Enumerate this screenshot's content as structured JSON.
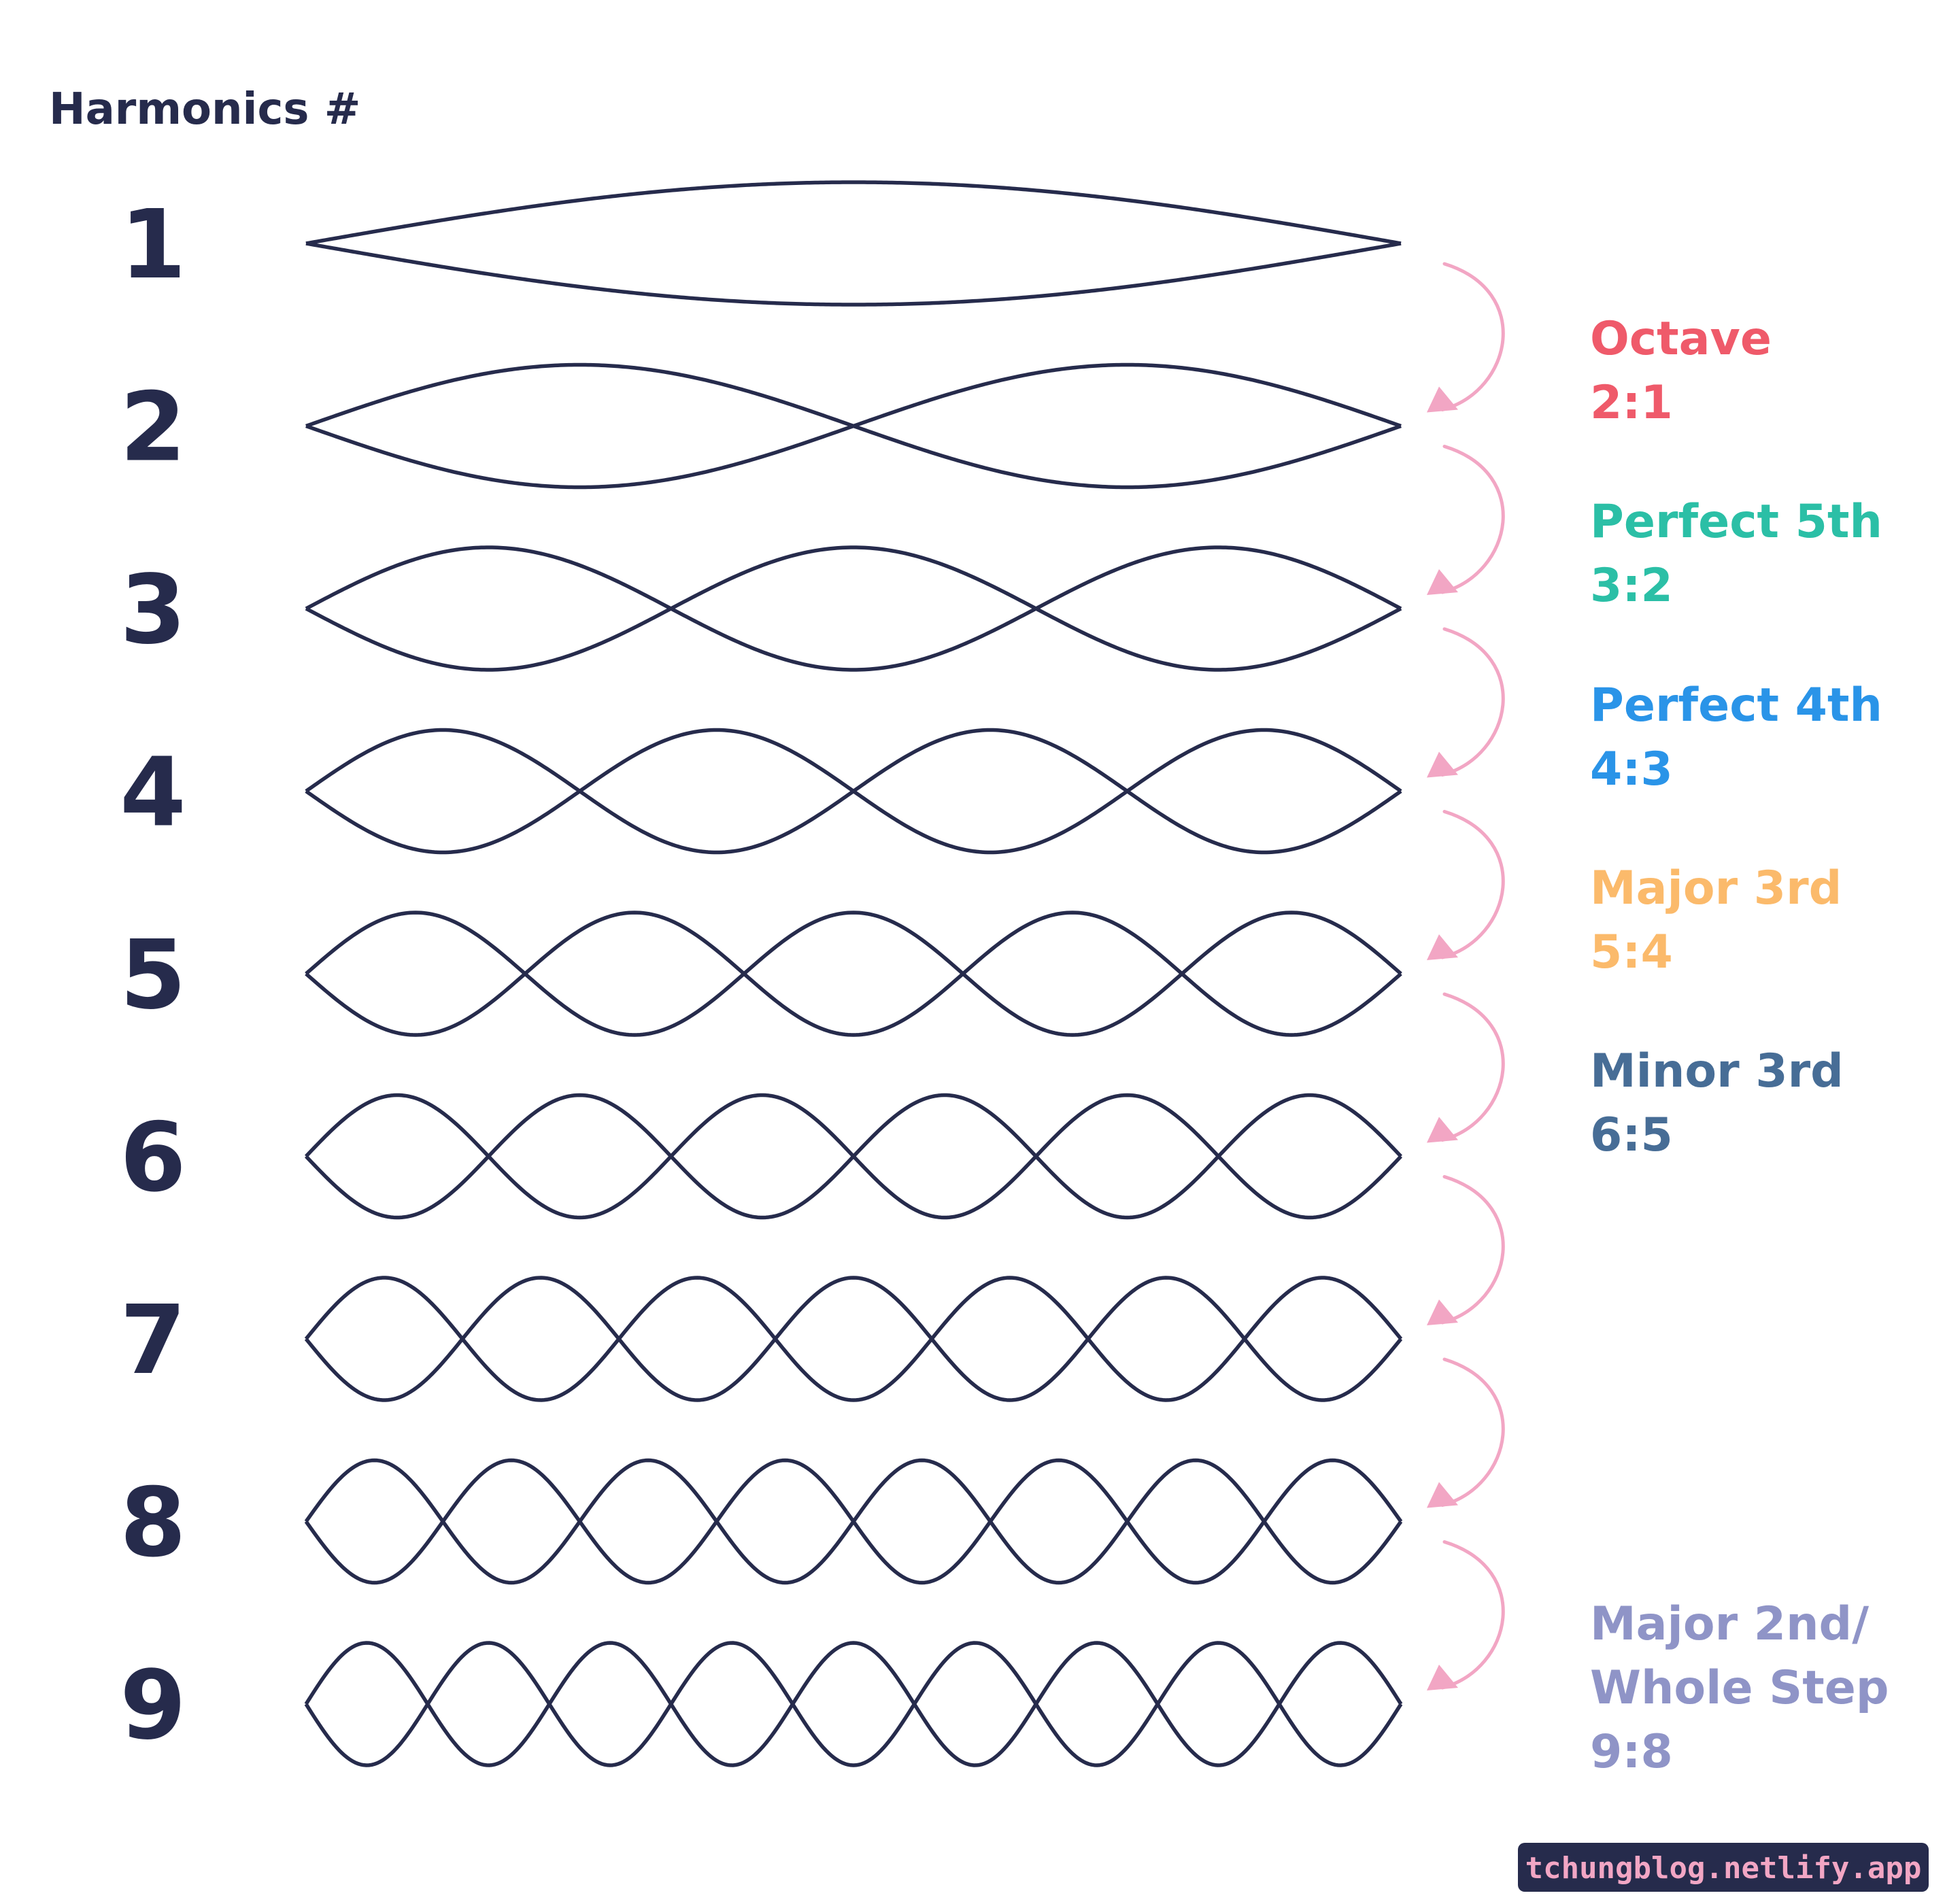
{
  "title": "Harmonics #",
  "harmonics": [
    1,
    2,
    3,
    4,
    5,
    6,
    7,
    8,
    9
  ],
  "intervals": [
    {
      "lines": [
        "Octave",
        "2:1"
      ],
      "color": "#ef5a6a"
    },
    {
      "lines": [
        "Perfect 5th",
        "3:2"
      ],
      "color": "#2bbfa6"
    },
    {
      "lines": [
        "Perfect 4th",
        "4:3"
      ],
      "color": "#2a94e8"
    },
    {
      "lines": [
        "Major 3rd",
        "5:4"
      ],
      "color": "#fbba6b"
    },
    {
      "lines": [
        "Minor 3rd",
        "6:5"
      ],
      "color": "#476d96"
    },
    {
      "lines": [
        "Major 2nd/",
        "Whole Step",
        "9:8"
      ],
      "color": "#8f94c7"
    }
  ],
  "footer": "tchungblog.netlify.app",
  "colors": {
    "ink": "#262b4c",
    "arrow": "#f2a6c4",
    "footer_bg": "#262b4c",
    "footer_text": "#f2a6c4",
    "background": "#ffffff"
  }
}
